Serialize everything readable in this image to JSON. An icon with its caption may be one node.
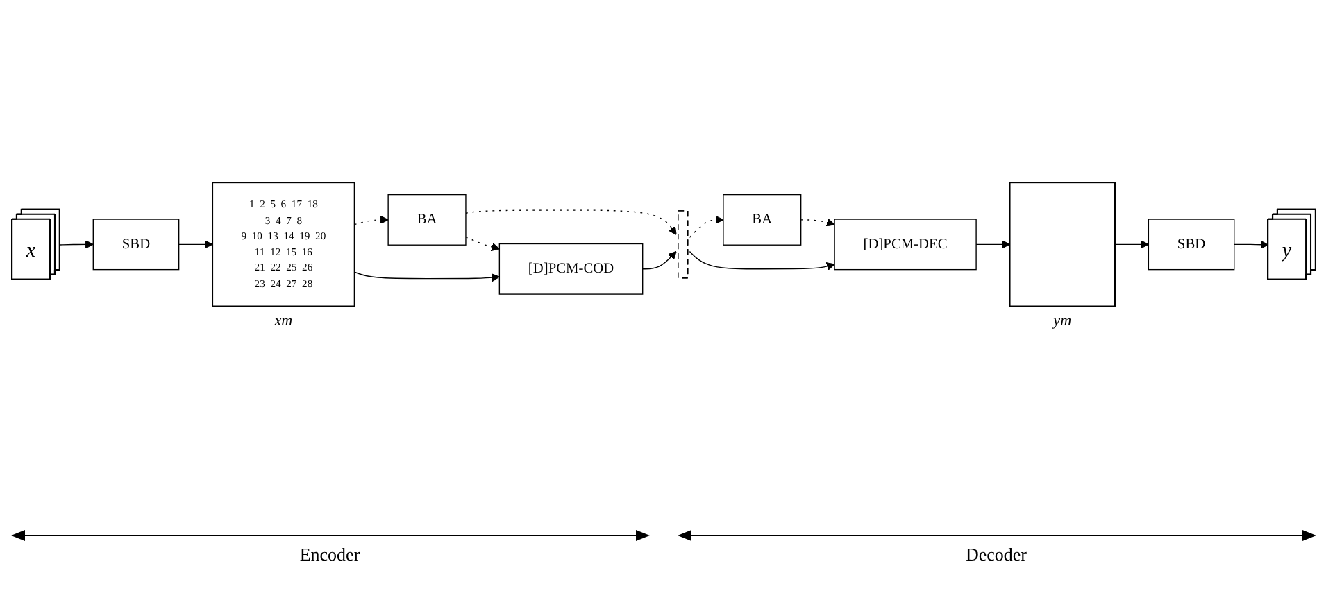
{
  "diagram": {
    "nodes": [
      {
        "text": [
          "x"
        ]
      },
      {
        "text": [
          "SBD"
        ]
      },
      {
        "text": [
          "1",
          "2",
          "5",
          "6",
          "17",
          "18",
          "3",
          "4",
          "7",
          "8",
          "9",
          "10",
          "13",
          "14",
          "19",
          "20",
          "11",
          "12",
          "15",
          "16",
          "21",
          "22",
          "25",
          "26",
          "23",
          "24",
          "27",
          "28"
        ],
        "beside": [
          "xm"
        ]
      },
      {
        "text": [
          "BA"
        ]
      },
      {
        "text": [
          "[D]PCM-COD"
        ]
      },
      {
        "text": [],
        "shape": "bar"
      },
      {
        "text": [
          "BA"
        ]
      },
      {
        "text": [
          "[D]PCM-DEC"
        ]
      },
      {
        "text": [],
        "shape": "box",
        "beside": [
          "ym"
        ]
      },
      {
        "text": [
          "SBD"
        ]
      },
      {
        "text": [
          "y"
        ]
      }
    ],
    "edges": [
      {
        "from": 0,
        "to": 1,
        "arrow": "to"
      },
      {
        "from": 1,
        "to": 2,
        "arrow": "to"
      },
      {
        "from": 2,
        "to": 3,
        "arrow": "to",
        "style": "dashed"
      },
      {
        "from": 2,
        "to": 4,
        "arrow": "to"
      },
      {
        "from": 3,
        "to": 5,
        "arrow": "to",
        "style": "dashed"
      },
      {
        "from": 3,
        "to": 4,
        "arrow": "to",
        "style": "dashed"
      },
      {
        "from": 4,
        "to": 5,
        "arrow": "to"
      },
      {
        "from": 5,
        "to": 6,
        "arrow": "to",
        "style": "dashed"
      },
      {
        "from": 5,
        "to": 7,
        "arrow": "to"
      },
      {
        "from": 6,
        "to": 7,
        "arrow": "to",
        "style": "dashed"
      },
      {
        "from": 7,
        "to": 8,
        "arrow": "to"
      },
      {
        "from": 8,
        "to": 9,
        "arrow": "to"
      },
      {
        "from": 9,
        "to": 10,
        "arrow": "to"
      }
    ],
    "labels": [
      "Encoder",
      "Decoder"
    ]
  }
}
